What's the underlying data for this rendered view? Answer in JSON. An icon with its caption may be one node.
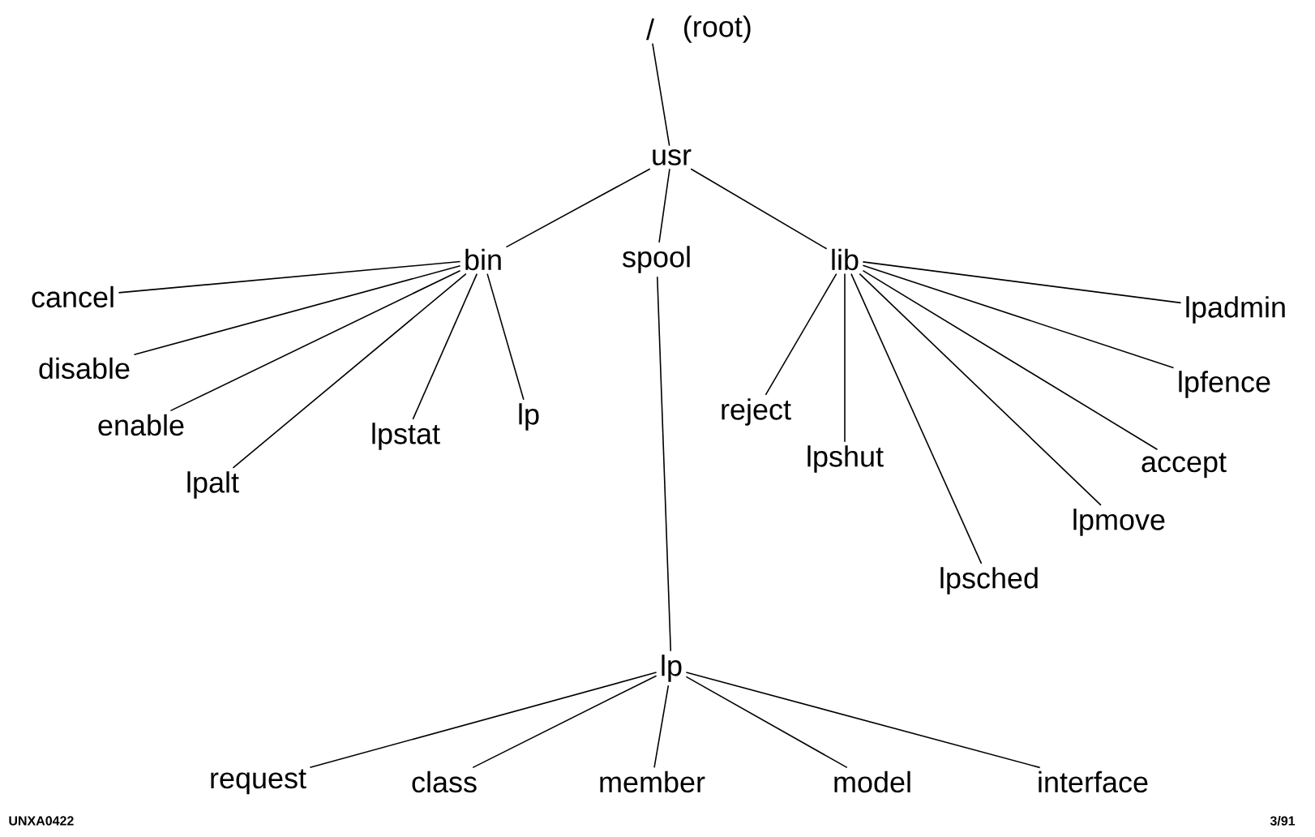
{
  "diagram": {
    "nodes": [
      {
        "text": [
          "/"
        ],
        "beside": [
          "(root)"
        ]
      },
      {
        "text": [
          "usr"
        ]
      },
      {
        "text": [
          "bin"
        ]
      },
      {
        "text": [
          "spool"
        ]
      },
      {
        "text": [
          "lib"
        ]
      },
      {
        "text": [
          "cancel"
        ]
      },
      {
        "text": [
          "disable"
        ]
      },
      {
        "text": [
          "enable"
        ]
      },
      {
        "text": [
          "lpalt"
        ]
      },
      {
        "text": [
          "lpstat"
        ]
      },
      {
        "text": [
          "lp"
        ]
      },
      {
        "text": [
          "reject"
        ]
      },
      {
        "text": [
          "lpshut"
        ]
      },
      {
        "text": [
          "lpsched"
        ]
      },
      {
        "text": [
          "lpmove"
        ]
      },
      {
        "text": [
          "accept"
        ]
      },
      {
        "text": [
          "lpfence"
        ]
      },
      {
        "text": [
          "lpadmin"
        ]
      },
      {
        "text": [
          "lp"
        ]
      },
      {
        "text": [
          "request"
        ]
      },
      {
        "text": [
          "class"
        ]
      },
      {
        "text": [
          "member"
        ]
      },
      {
        "text": [
          "model"
        ]
      },
      {
        "text": [
          "interface"
        ]
      }
    ],
    "edges": [
      {
        "from": 0,
        "to": 1,
        "arrow": "none"
      },
      {
        "from": 1,
        "to": 2,
        "arrow": "none"
      },
      {
        "from": 1,
        "to": 3,
        "arrow": "none"
      },
      {
        "from": 1,
        "to": 4,
        "arrow": "none"
      },
      {
        "from": 2,
        "to": 5,
        "arrow": "none"
      },
      {
        "from": 2,
        "to": 6,
        "arrow": "none"
      },
      {
        "from": 2,
        "to": 7,
        "arrow": "none"
      },
      {
        "from": 2,
        "to": 8,
        "arrow": "none"
      },
      {
        "from": 2,
        "to": 9,
        "arrow": "none"
      },
      {
        "from": 2,
        "to": 10,
        "arrow": "none"
      },
      {
        "from": 4,
        "to": 11,
        "arrow": "none"
      },
      {
        "from": 4,
        "to": 12,
        "arrow": "none"
      },
      {
        "from": 4,
        "to": 13,
        "arrow": "none"
      },
      {
        "from": 4,
        "to": 14,
        "arrow": "none"
      },
      {
        "from": 4,
        "to": 15,
        "arrow": "none"
      },
      {
        "from": 4,
        "to": 16,
        "arrow": "none"
      },
      {
        "from": 4,
        "to": 17,
        "arrow": "none"
      },
      {
        "from": 3,
        "to": 18,
        "arrow": "none"
      },
      {
        "from": 18,
        "to": 19,
        "arrow": "none"
      },
      {
        "from": 18,
        "to": 20,
        "arrow": "none"
      },
      {
        "from": 18,
        "to": 21,
        "arrow": "none"
      },
      {
        "from": 18,
        "to": 22,
        "arrow": "none"
      },
      {
        "from": 18,
        "to": 23,
        "arrow": "none"
      }
    ],
    "labels": [
      "UNXA0422",
      "3/91"
    ]
  }
}
